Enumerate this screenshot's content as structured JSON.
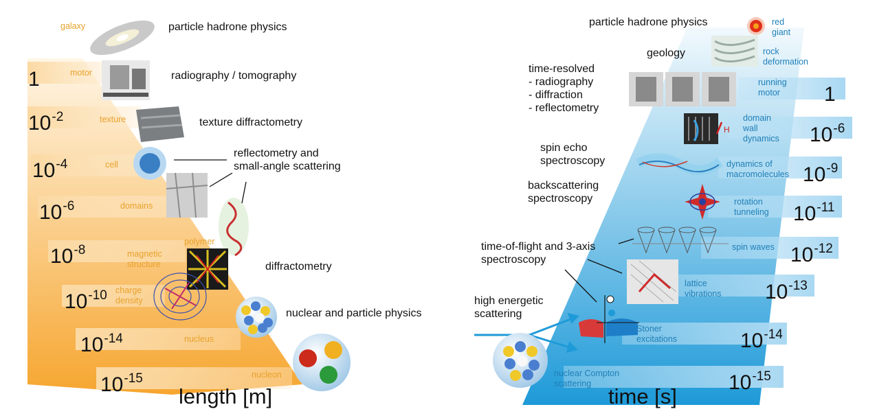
{
  "left": {
    "axis_label": "length [m]",
    "scale": [
      {
        "mantissa": "1",
        "exp": ""
      },
      {
        "mantissa": "10",
        "exp": "-2"
      },
      {
        "mantissa": "10",
        "exp": "-4"
      },
      {
        "mantissa": "10",
        "exp": "-6"
      },
      {
        "mantissa": "10",
        "exp": "-8"
      },
      {
        "mantissa": "10",
        "exp": "-10"
      },
      {
        "mantissa": "10",
        "exp": "-14"
      },
      {
        "mantissa": "10",
        "exp": "-15"
      }
    ],
    "objects": [
      "galaxy",
      "motor",
      "texture",
      "cell",
      "domains",
      "magnetic\nstructure",
      "charge\ndensity",
      "polymer",
      "nucleus",
      "nucleon"
    ],
    "methods": [
      "particle hadrone physics",
      "radiography / tomography",
      "texture diffractometry",
      "reflectometry and\nsmall-angle scattering",
      "diffractometry",
      "nuclear and particle physics"
    ]
  },
  "right": {
    "axis_label": "time [s]",
    "scale": [
      {
        "mantissa": "1",
        "exp": ""
      },
      {
        "mantissa": "10",
        "exp": "-6"
      },
      {
        "mantissa": "10",
        "exp": "-9"
      },
      {
        "mantissa": "10",
        "exp": "-11"
      },
      {
        "mantissa": "10",
        "exp": "-12"
      },
      {
        "mantissa": "10",
        "exp": "-13"
      },
      {
        "mantissa": "10",
        "exp": "-14"
      },
      {
        "mantissa": "10",
        "exp": "-15"
      }
    ],
    "phenomena": [
      "red\ngiant",
      "rock\ndeformation",
      "running\nmotor",
      "domain\nwall\ndynamics",
      "dynamics of\nmacromolecules",
      "rotation\ntunneling",
      "spin waves",
      "lattice\nvibrations",
      "Stoner\nexcitations",
      "nuclear Compton\nscattering"
    ],
    "methods": [
      "particle hadrone physics",
      "geology",
      "time-resolved\n- radiography\n- diffraction\n- reflectometry",
      "spin echo\nspectroscopy",
      "backscattering\nspectroscopy",
      "time-of-flight and 3-axis\nspectroscopy",
      "high energetic\nscattering"
    ],
    "field_label": "H"
  },
  "colors": {
    "orange": "#f5a833",
    "orange_light": "#fde3b8",
    "blue": "#2ba3e0",
    "blue_light": "#cfe9f8",
    "label_orange": "#e8a12a",
    "label_blue": "#1f7fb8"
  }
}
